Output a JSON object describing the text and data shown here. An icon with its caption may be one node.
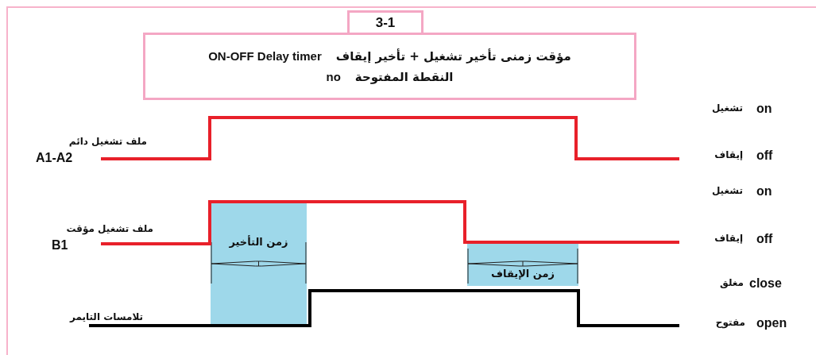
{
  "diagram": {
    "nodes": [
      {
        "text": [
          "3-1"
        ]
      },
      {
        "text": [
          "مؤقت زمنى تأخير تشغيل + تأخير إيقاف",
          "ON-OFF Delay timer",
          "النقطة المفتوحة",
          "no"
        ]
      },
      {
        "text": [
          "زمن التأخير"
        ]
      },
      {
        "text": [
          "زمن الإيقاف"
        ]
      }
    ],
    "labels": [
      "ملف تشغيل دائم",
      "A1-A2",
      "تشغيل",
      "on",
      "إيقاف",
      "off",
      "تشغيل",
      "on",
      "ملف تشغيل مؤقت",
      "B1",
      "إيقاف",
      "off",
      "مغلق",
      "close",
      "تلامسات التايمر",
      "مفتوح",
      "open"
    ]
  }
}
